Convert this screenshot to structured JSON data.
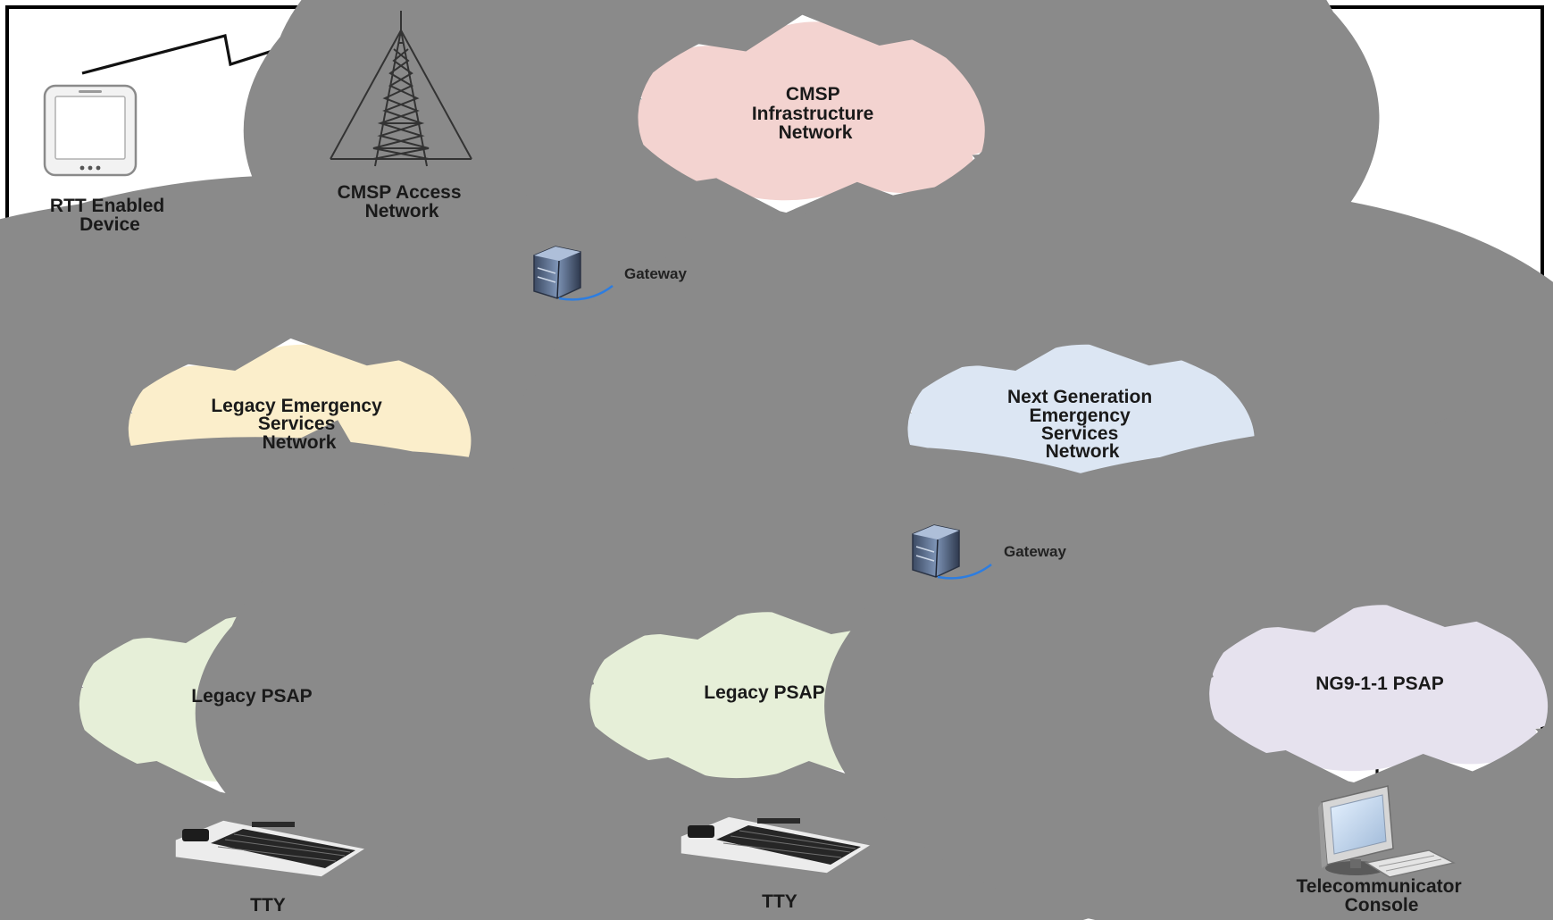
{
  "diagram": {
    "clouds": {
      "cmsp_infra": {
        "lines": [
          "CMSP",
          "Infrastructure",
          "Network"
        ],
        "fill": "#f3d3d0"
      },
      "legacy_esn": {
        "lines": [
          "Legacy Emergency",
          "Services",
          "Network"
        ],
        "fill": "#fbeecb"
      },
      "ng_esn": {
        "lines": [
          "Next Generation",
          "Emergency",
          "Services",
          "Network"
        ],
        "fill": "#dce6f3"
      },
      "legacy_psap_1": {
        "lines": [
          "Legacy PSAP"
        ],
        "fill": "#e6efd8"
      },
      "legacy_psap_2": {
        "lines": [
          "Legacy PSAP"
        ],
        "fill": "#e6efd8"
      },
      "ng911_psap": {
        "lines": [
          "NG9-1-1 PSAP"
        ],
        "fill": "#e6e2ee"
      }
    },
    "devices": {
      "rtt_device": {
        "icon": "smartphone-icon",
        "lines": [
          "RTT Enabled",
          "Device"
        ]
      },
      "cmsp_access": {
        "icon": "cell-tower-icon",
        "lines": [
          "CMSP Access",
          "Network"
        ]
      },
      "gateway_1": {
        "icon": "server-icon",
        "label": "Gateway"
      },
      "gateway_2": {
        "icon": "server-icon",
        "label": "Gateway"
      },
      "tty_1": {
        "icon": "tty-keyboard-icon",
        "label": "TTY"
      },
      "tty_2": {
        "icon": "tty-keyboard-icon",
        "label": "TTY"
      },
      "telecom_console": {
        "icon": "computer-monitor-icon",
        "lines": [
          "Telecommunicator",
          "Console"
        ]
      }
    }
  }
}
